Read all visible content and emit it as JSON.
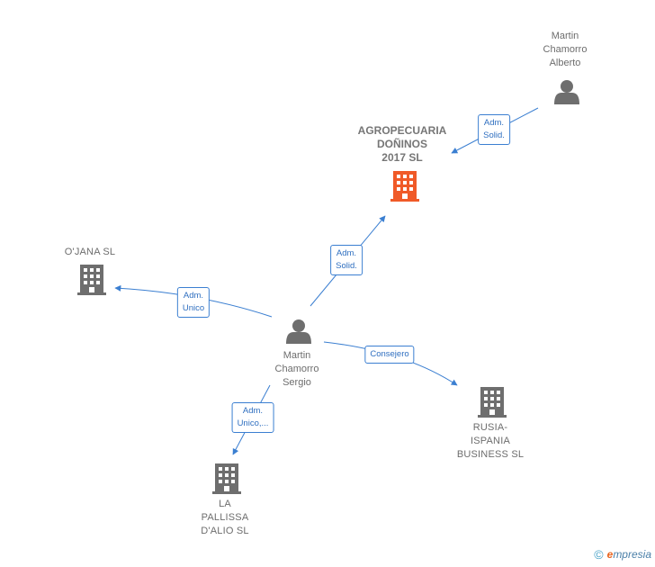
{
  "colors": {
    "edge": "#3b7fd1",
    "company_icon": "#6e6e6e",
    "company_icon_highlight": "#f05a28",
    "person_icon": "#6e6e6e"
  },
  "nodes": {
    "person_alberto": {
      "label": "Martin\nChamorro\nAlberto",
      "icon": "person-icon"
    },
    "agropecuaria": {
      "label": "AGROPECUARIA\nDOÑINOS\n2017  SL",
      "icon": "building-icon"
    },
    "ojana": {
      "label": "O'JANA SL",
      "icon": "building-icon"
    },
    "person_sergio": {
      "label": "Martin\nChamorro\nSergio",
      "icon": "person-icon"
    },
    "rusia": {
      "label": "RUSIA-\nISPANIA\nBUSINESS SL",
      "icon": "building-icon"
    },
    "pallissa": {
      "label": "LA\nPALLISSA\nD'ALIO SL",
      "icon": "building-icon"
    }
  },
  "edges": {
    "alberto_agro": "Adm.\nSolid.",
    "sergio_agro": "Adm.\nSolid.",
    "sergio_ojana": "Adm.\nUnico",
    "sergio_rusia": "Consejero",
    "sergio_pallissa": "Adm.\nUnico,..."
  },
  "footer": {
    "copyright": "©",
    "brand_initial": "e",
    "brand_rest": "mpresia"
  }
}
